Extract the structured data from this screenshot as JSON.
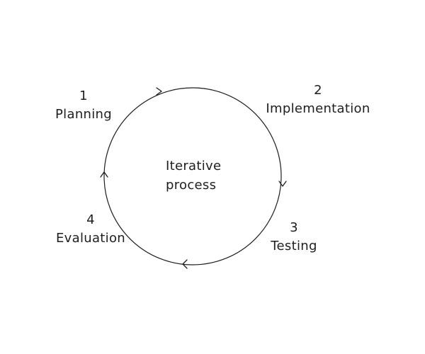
{
  "center": {
    "line1": "Iterative",
    "line2": "process"
  },
  "steps": [
    {
      "number": "1",
      "name": "Planning"
    },
    {
      "number": "2",
      "name": "Implementation"
    },
    {
      "number": "3",
      "name": "Testing"
    },
    {
      "number": "4",
      "name": "Evaluation"
    }
  ],
  "colors": {
    "stroke": "#1e1e1e",
    "background": "#ffffff"
  }
}
